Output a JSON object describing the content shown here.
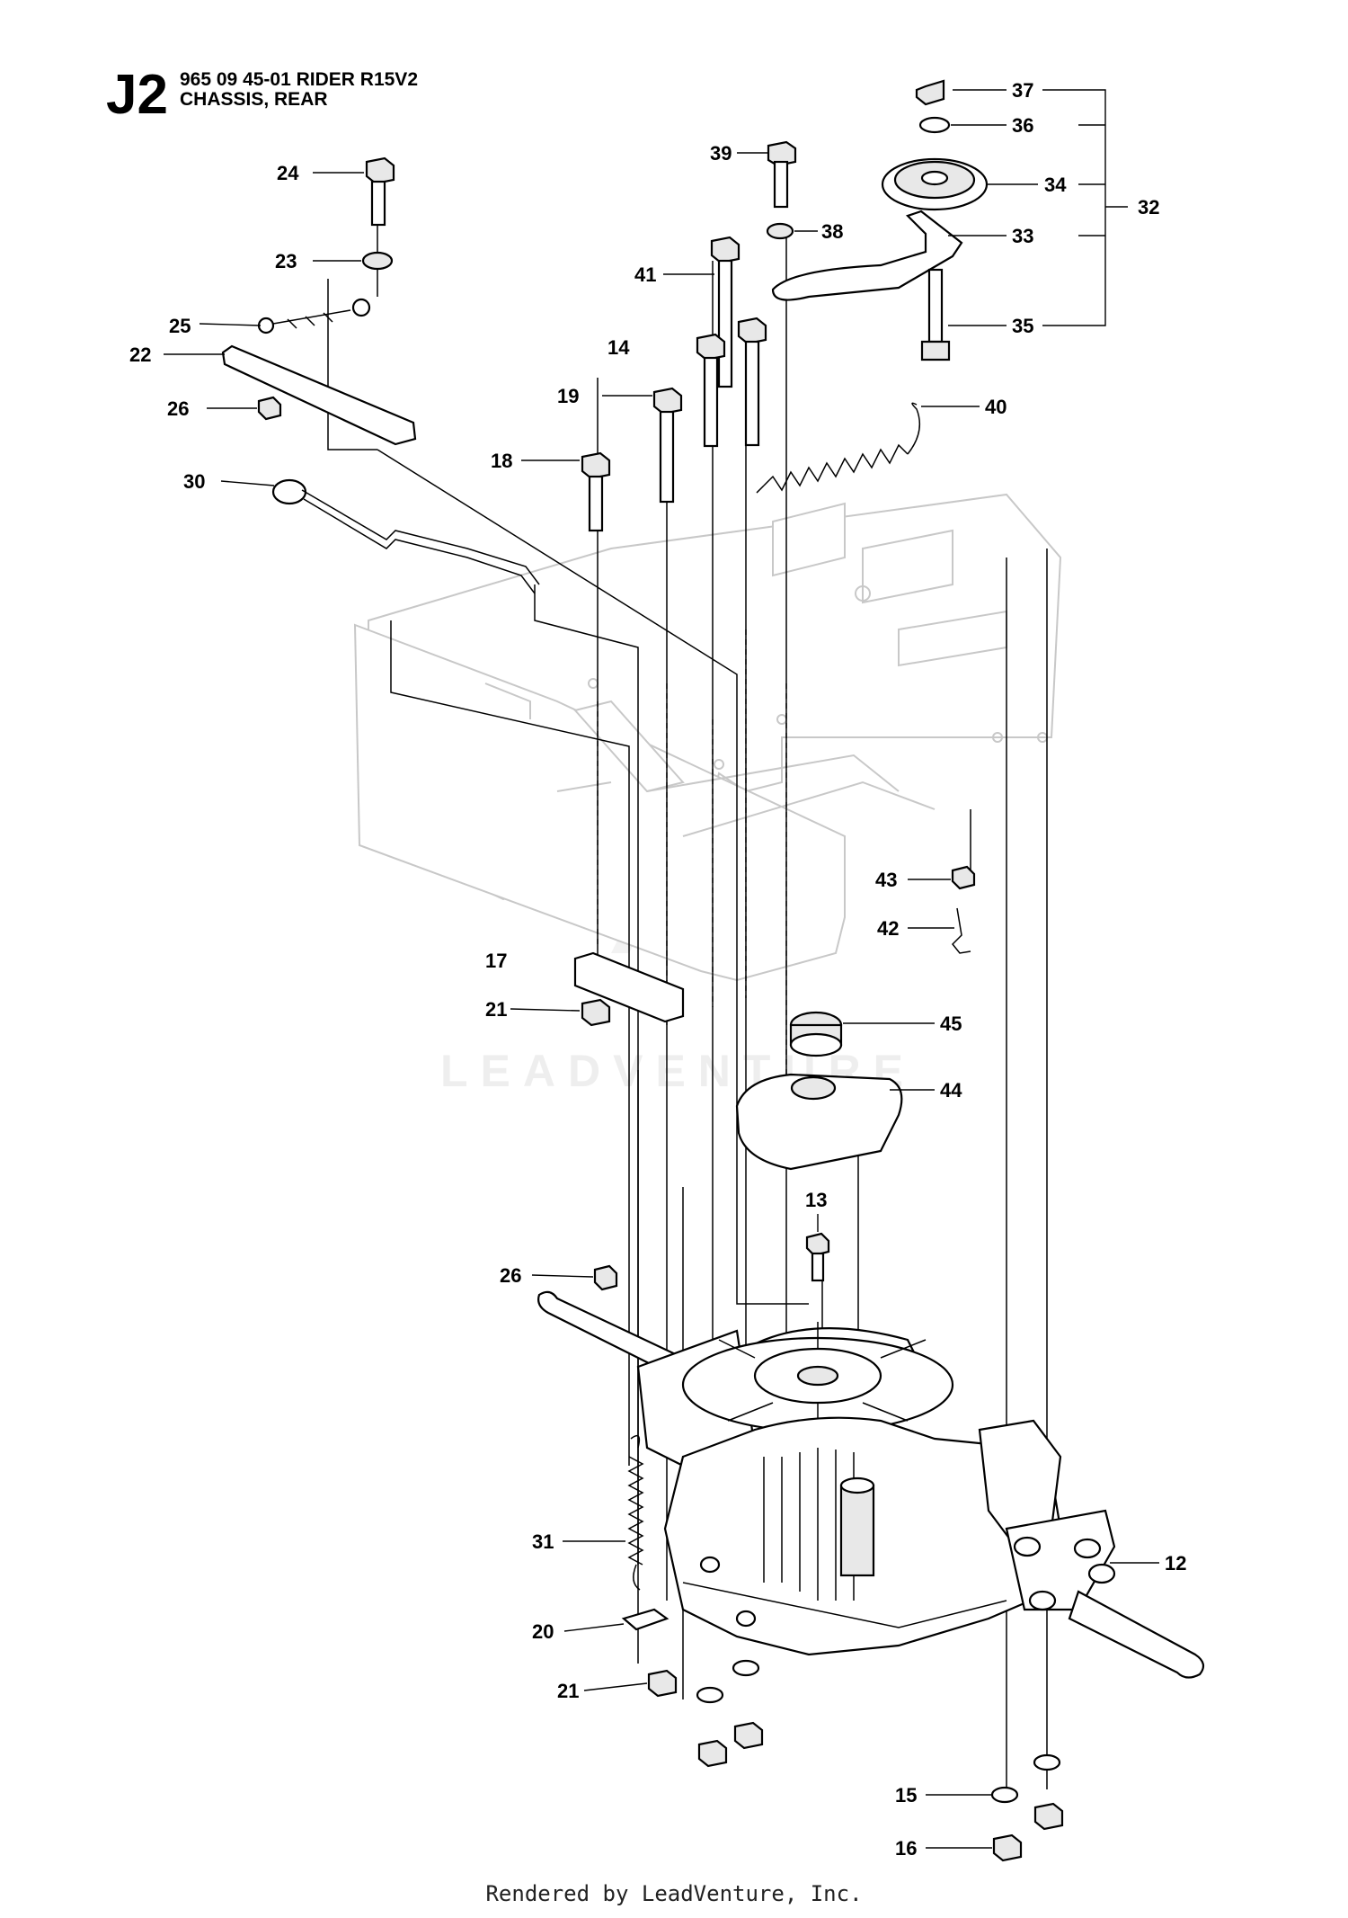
{
  "header": {
    "page_code": "J2",
    "model_line": "965 09 45-01 RIDER R15V2",
    "section_line": "CHASSIS, REAR"
  },
  "watermark": "LEADVENTURE",
  "footer": "Rendered by LeadVenture, Inc.",
  "callouts": {
    "c37": "37",
    "c36": "36",
    "c34": "34",
    "c33": "33",
    "c32": "32",
    "c35": "35",
    "c39": "39",
    "c38": "38",
    "c41": "41",
    "c40": "40",
    "c24": "24",
    "c23": "23",
    "c25": "25",
    "c22": "22",
    "c26a": "26",
    "c14": "14",
    "c19": "19",
    "c18": "18",
    "c30": "30",
    "c43": "43",
    "c42": "42",
    "c17": "17",
    "c21a": "21",
    "c45": "45",
    "c44": "44",
    "c13": "13",
    "c26b": "26",
    "c31": "31",
    "c20": "20",
    "c21b": "21",
    "c12": "12",
    "c15": "15",
    "c16": "16"
  }
}
